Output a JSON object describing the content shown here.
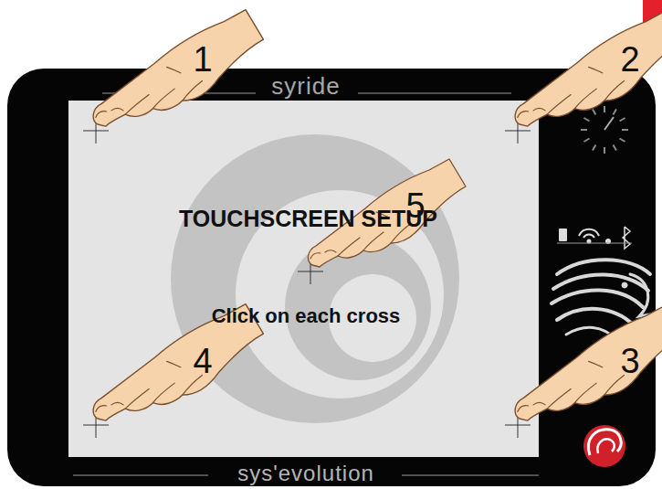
{
  "diagram": {
    "nodes": [
      {
        "text": [
          "syride",
          "sys'evolution"
        ]
      },
      {
        "text": [
          "TOUCHSCREEN SETUP",
          "Click on each cross"
        ],
        "in": 0
      }
    ],
    "labels": [
      "1",
      "2",
      "3",
      "4",
      "5"
    ]
  }
}
